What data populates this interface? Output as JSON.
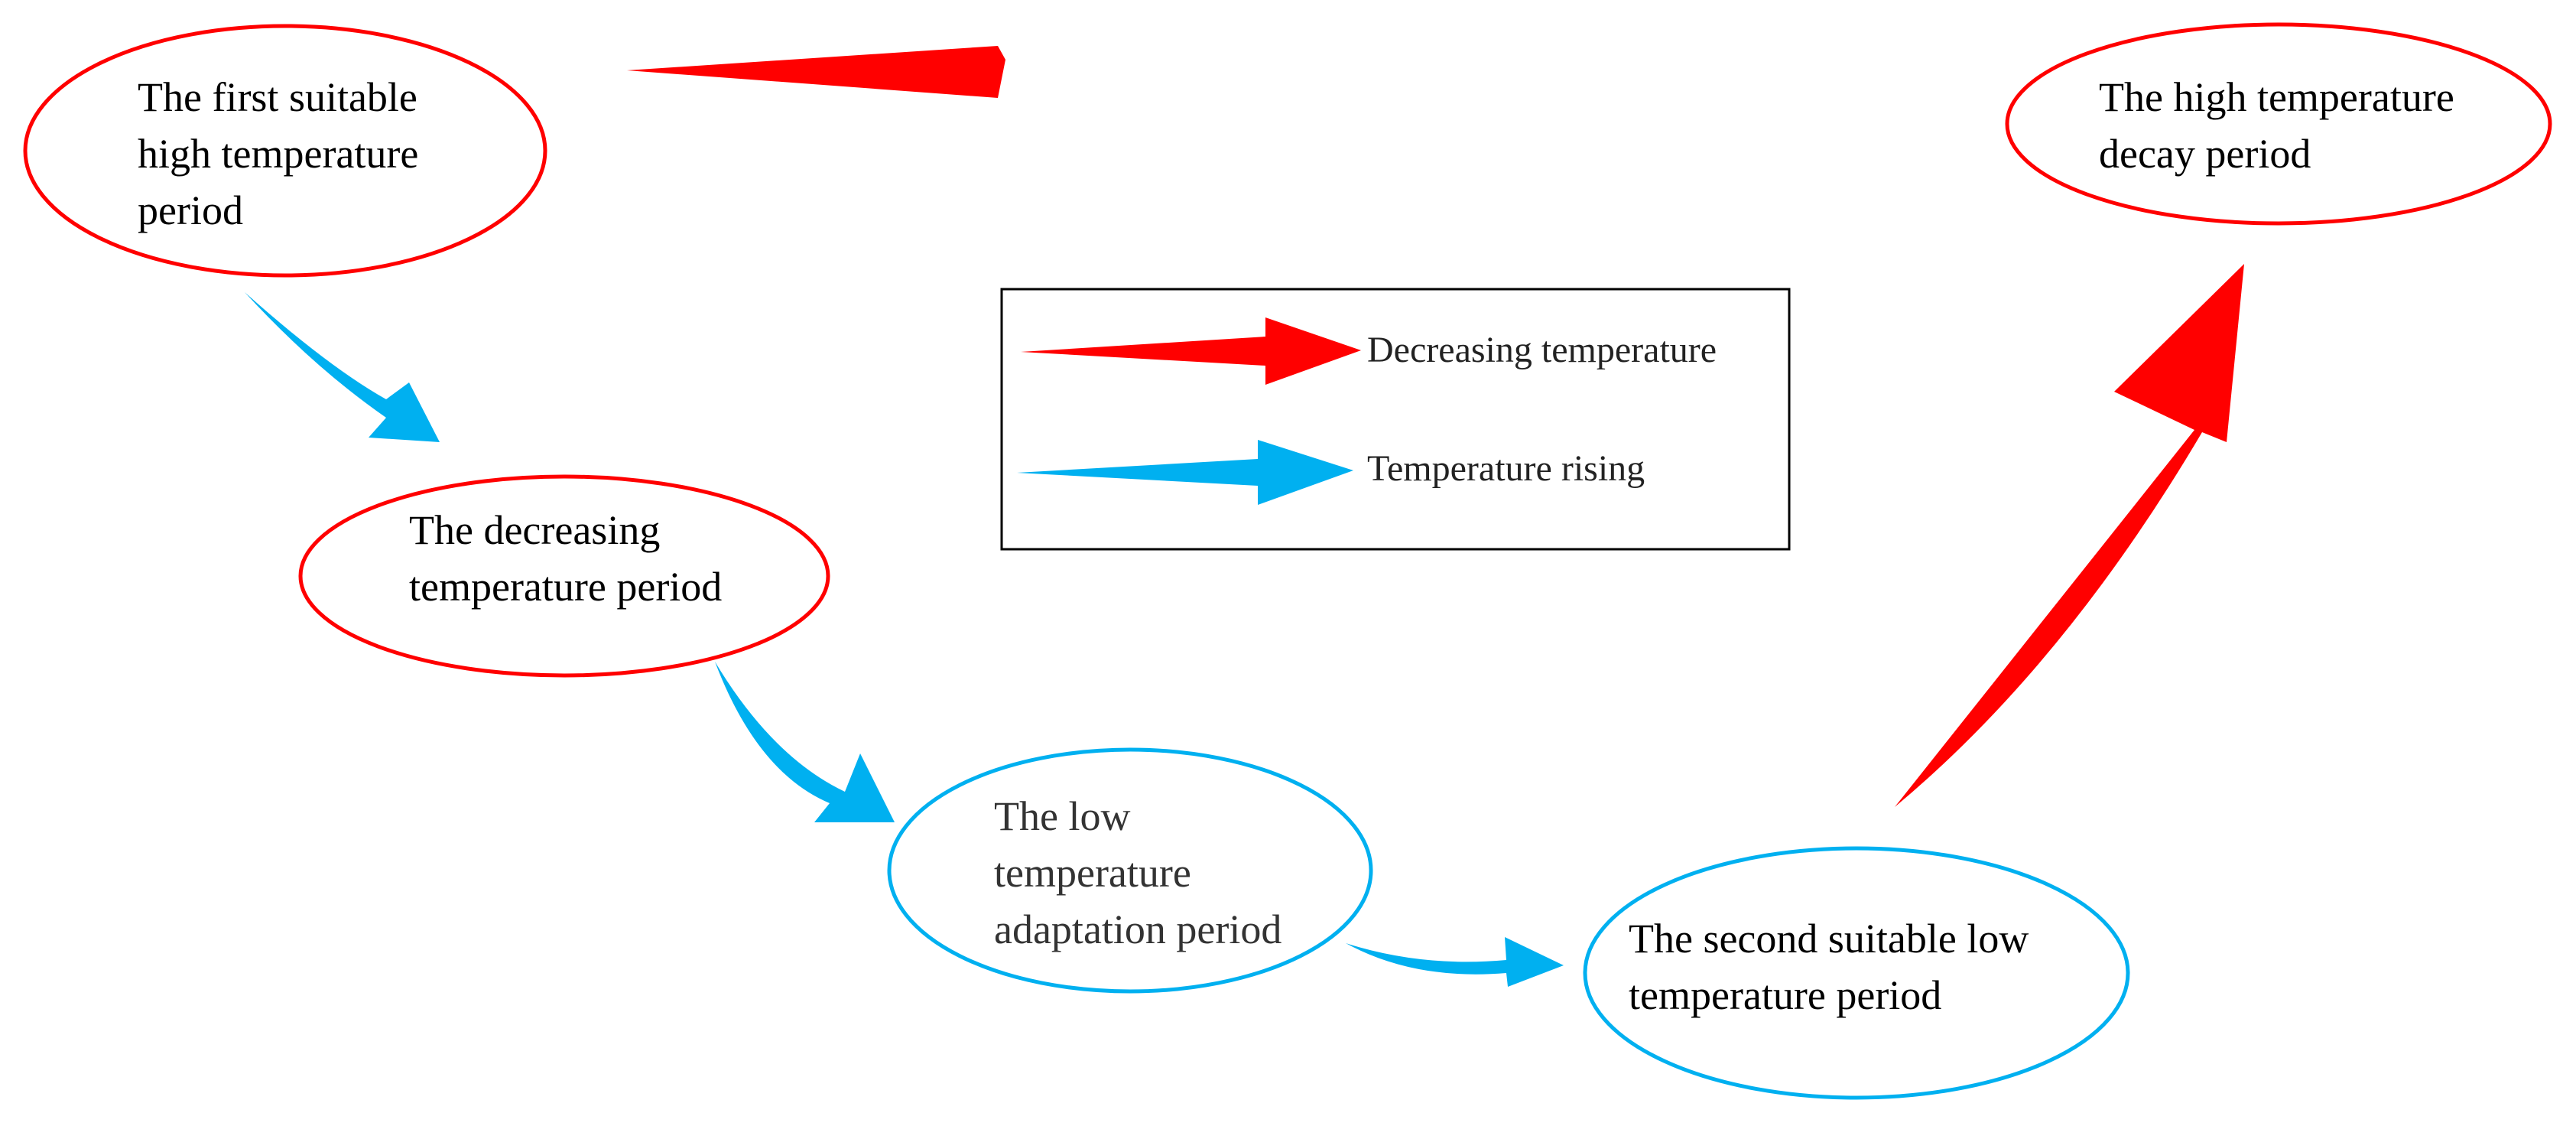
{
  "colors": {
    "warm": "#ff0000",
    "cool": "#00b0f0",
    "legend_border": "#000000",
    "background": "#ffffff"
  },
  "nodes": {
    "first_high": {
      "lines": [
        "The first suitable",
        "high temperature",
        "period"
      ],
      "color": "warm"
    },
    "decreasing": {
      "lines": [
        "The decreasing",
        "temperature period"
      ],
      "color": "warm"
    },
    "low_adapt": {
      "lines": [
        "The low",
        "temperature",
        "adaptation period"
      ],
      "color": "cool"
    },
    "second_low": {
      "lines": [
        "The second suitable low",
        "temperature period"
      ],
      "color": "cool"
    },
    "high_decay": {
      "lines": [
        "The high temperature",
        "decay period"
      ],
      "color": "warm"
    }
  },
  "legend": {
    "items": [
      {
        "label": "Decreasing temperature",
        "color": "warm"
      },
      {
        "label": "Temperature rising",
        "color": "cool"
      }
    ]
  }
}
